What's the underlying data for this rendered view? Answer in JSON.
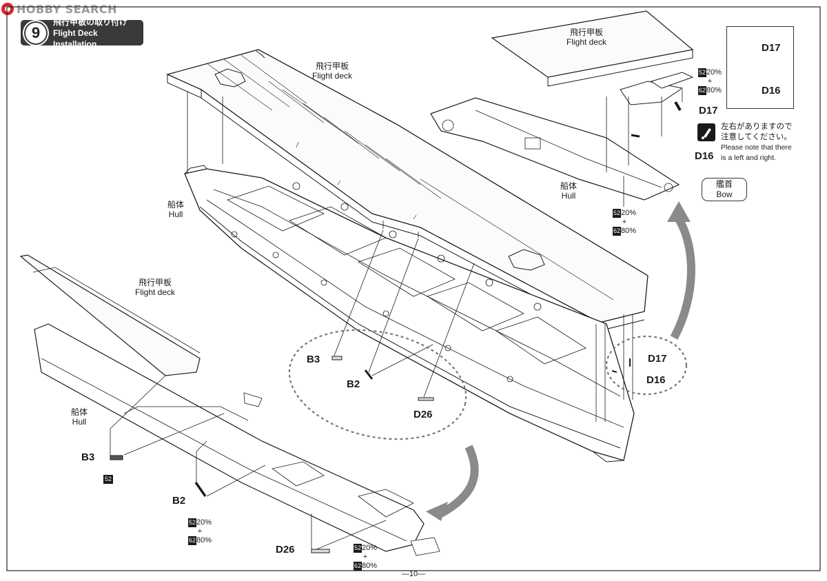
{
  "brand": {
    "name": "HOBBY SEARCH"
  },
  "step": {
    "number": "9",
    "title_jp": "飛行甲板の取り付け",
    "title_en": "Flight Deck Installation"
  },
  "labels": {
    "flight_deck_jp": "飛行甲板",
    "flight_deck_en": "Flight deck",
    "hull_jp": "船体",
    "hull_en": "Hull",
    "bow_jp": "艦首",
    "bow_en": "Bow"
  },
  "parts": {
    "b3": "B3",
    "b2": "B2",
    "d26": "D26",
    "d17": "D17",
    "d16": "D16"
  },
  "paint": {
    "code_52": "52",
    "code_62": "62",
    "pct_20": "20%",
    "pct_80": "80%",
    "plus": "+"
  },
  "note": {
    "jp_line1": "左右がありますので",
    "jp_line2": "注意してください。",
    "en_line1": "Please note that there",
    "en_line2": "is a left and right."
  },
  "footer": {
    "page": "—10—"
  },
  "colors": {
    "ink": "#1a1a1a",
    "step_bg": "#3a3a3a",
    "arrow_gray": "#8a8a8a",
    "brand_red": "#d8232a"
  }
}
